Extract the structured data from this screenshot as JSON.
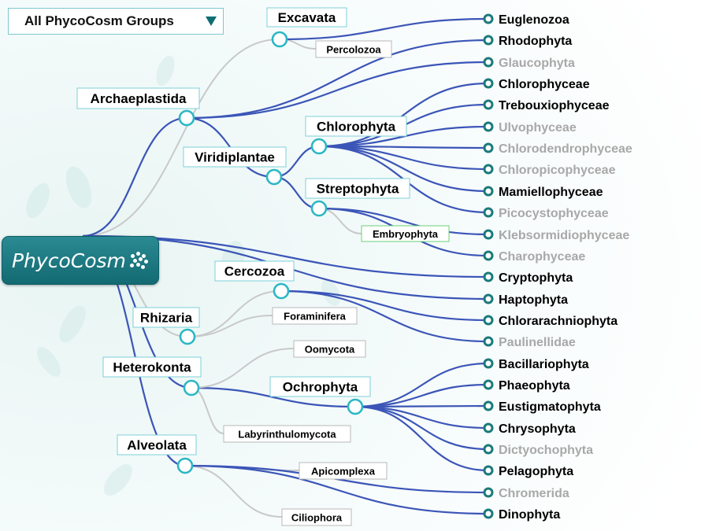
{
  "header": {
    "group_selector": "All PhycoCosm Groups"
  },
  "logo": {
    "text": "PhycoCosm",
    "icon": "dots-icon"
  },
  "colors": {
    "active_edge": "#3b55b7",
    "inactive_edge": "#c9c9c9",
    "node_stroke": "#2ab7c4",
    "leaf_stroke": "#1a7a7a",
    "label_border": "#7cd0d8",
    "dim_text": "#a8a8a8"
  },
  "groups": [
    {
      "id": "excavata",
      "label": "Excavata",
      "prominent": true
    },
    {
      "id": "archaeplastida",
      "label": "Archaeplastida",
      "prominent": true
    },
    {
      "id": "viridiplantae",
      "label": "Viridiplantae",
      "prominent": true
    },
    {
      "id": "chlorophyta",
      "label": "Chlorophyta",
      "prominent": true
    },
    {
      "id": "streptophyta",
      "label": "Streptophyta",
      "prominent": true
    },
    {
      "id": "cercozoa",
      "label": "Cercozoa",
      "prominent": true
    },
    {
      "id": "rhizaria",
      "label": "Rhizaria",
      "prominent": true
    },
    {
      "id": "heterokonta",
      "label": "Heterokonta",
      "prominent": true
    },
    {
      "id": "ochrophyta",
      "label": "Ochrophyta",
      "prominent": true
    },
    {
      "id": "alveolata",
      "label": "Alveolata",
      "prominent": true
    },
    {
      "id": "percolozoa",
      "label": "Percolozoa",
      "prominent": false
    },
    {
      "id": "embryophyta",
      "label": "Embryophyta",
      "prominent": false,
      "highlight": true
    },
    {
      "id": "foraminifera",
      "label": "Foraminifera",
      "prominent": false
    },
    {
      "id": "oomycota",
      "label": "Oomycota",
      "prominent": false
    },
    {
      "id": "labyrinthulomycota",
      "label": "Labyrinthulomycota",
      "prominent": false
    },
    {
      "id": "apicomplexa",
      "label": "Apicomplexa",
      "prominent": false
    },
    {
      "id": "ciliophora",
      "label": "Ciliophora",
      "prominent": false
    }
  ],
  "leaves": [
    {
      "label": "Euglenozoa",
      "active": true
    },
    {
      "label": "Rhodophyta",
      "active": true
    },
    {
      "label": "Glaucophyta",
      "active": false
    },
    {
      "label": "Chlorophyceae",
      "active": true
    },
    {
      "label": "Trebouxiophyceae",
      "active": true
    },
    {
      "label": "Ulvophyceae",
      "active": false
    },
    {
      "label": "Chlorodendrophyceae",
      "active": false
    },
    {
      "label": "Chloropicophyceae",
      "active": false
    },
    {
      "label": "Mamiellophyceae",
      "active": true
    },
    {
      "label": "Picocystophyceae",
      "active": false
    },
    {
      "label": "Klebsormidiophyceae",
      "active": false
    },
    {
      "label": "Charophyceae",
      "active": false
    },
    {
      "label": "Cryptophyta",
      "active": true
    },
    {
      "label": "Haptophyta",
      "active": true
    },
    {
      "label": "Chlorarachniophyta",
      "active": true
    },
    {
      "label": "Paulinellidae",
      "active": false
    },
    {
      "label": "Bacillariophyta",
      "active": true
    },
    {
      "label": "Phaeophyta",
      "active": true
    },
    {
      "label": "Eustigmatophyta",
      "active": true
    },
    {
      "label": "Chrysophyta",
      "active": true
    },
    {
      "label": "Dictyochophyta",
      "active": false
    },
    {
      "label": "Pelagophyta",
      "active": true
    },
    {
      "label": "Chromerida",
      "active": false
    },
    {
      "label": "Dinophyta",
      "active": true
    }
  ]
}
